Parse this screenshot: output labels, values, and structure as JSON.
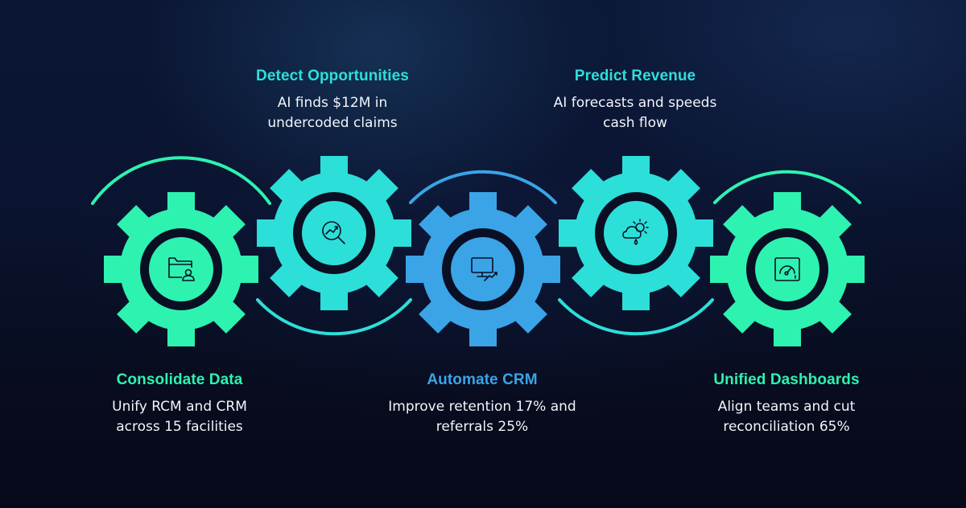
{
  "colors": {
    "green": "#2ef2b0",
    "cyan": "#2ddfd9",
    "blue": "#3aa4e6",
    "background": "#070b1a",
    "gear_ring": "#0a0f24",
    "text": "#f2f5fa"
  },
  "steps": [
    {
      "title": "Consolidate Data",
      "description_line1": "Unify RCM and CRM",
      "description_line2": "across 15 facilities",
      "icon": "folder-user-icon",
      "color": "#2ef2b0",
      "position": "bottom"
    },
    {
      "title": "Detect Opportunities",
      "description_line1": "AI finds $12M in",
      "description_line2": "undercoded claims",
      "icon": "search-trend-icon",
      "color": "#2ddfd9",
      "position": "top"
    },
    {
      "title": "Automate CRM",
      "description_line1": "Improve retention 17% and",
      "description_line2": "referrals 25%",
      "icon": "monitor-trend-icon",
      "color": "#3aa4e6",
      "position": "bottom"
    },
    {
      "title": "Predict Revenue",
      "description_line1": "AI forecasts and speeds",
      "description_line2": "cash flow",
      "icon": "weather-forecast-icon",
      "color": "#2ddfd9",
      "position": "top"
    },
    {
      "title": "Unified Dashboards",
      "description_line1": "Align teams and cut",
      "description_line2": "reconciliation 65%",
      "icon": "dashboard-gauge-icon",
      "color": "#2ef2b0",
      "position": "bottom"
    }
  ]
}
